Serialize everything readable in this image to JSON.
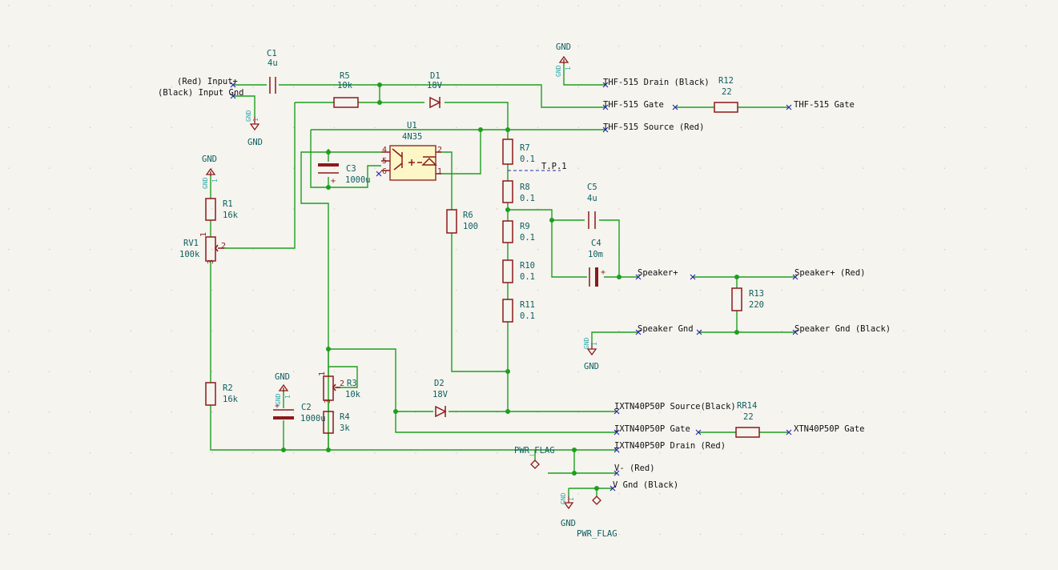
{
  "components": {
    "c1": {
      "ref": "C1",
      "value": "4u"
    },
    "r5": {
      "ref": "R5",
      "value": "10k"
    },
    "d1": {
      "ref": "D1",
      "value": "18V"
    },
    "u1": {
      "ref": "U1",
      "value": "4N35",
      "pins": [
        "4",
        "5",
        "6",
        "2",
        "1"
      ]
    },
    "c3": {
      "ref": "C3",
      "value": "1000u"
    },
    "r1": {
      "ref": "R1",
      "value": "16k"
    },
    "rv1": {
      "ref": "RV1",
      "value": "100k",
      "pins": [
        "1",
        "2",
        "3"
      ]
    },
    "r6": {
      "ref": "R6",
      "value": "100"
    },
    "r7": {
      "ref": "R7",
      "value": "0.1"
    },
    "r8": {
      "ref": "R8",
      "value": "0.1"
    },
    "r9": {
      "ref": "R9",
      "value": "0.1"
    },
    "r10": {
      "ref": "R10",
      "value": "0.1"
    },
    "r11": {
      "ref": "R11",
      "value": "0.1"
    },
    "c5": {
      "ref": "C5",
      "value": "4u"
    },
    "c4": {
      "ref": "C4",
      "value": "10m"
    },
    "r12": {
      "ref": "R12",
      "value": "22"
    },
    "r13": {
      "ref": "R13",
      "value": "220"
    },
    "rr14": {
      "ref": "RR14",
      "value": "22"
    },
    "r2": {
      "ref": "R2",
      "value": "16k"
    },
    "c2": {
      "ref": "C2",
      "value": "1000u"
    },
    "r3": {
      "ref": "R3",
      "value": "10k",
      "pins": [
        "1",
        "2",
        "3"
      ]
    },
    "r4": {
      "ref": "R4",
      "value": "3k"
    },
    "d2": {
      "ref": "D2",
      "value": "18V"
    }
  },
  "test_point": "T.P.1",
  "power": {
    "gnd": "GND",
    "pwr_flag": "PWR_FLAG",
    "sym_pin": "1"
  },
  "labels": {
    "input_plus": "(Red) Input+",
    "input_gnd": "(Black) Input Gnd",
    "thf_drain": "THF-515 Drain (Black)",
    "thf_gate": "THF-515 Gate",
    "thf_gate2": "THF-515 Gate",
    "thf_source": "THF-515 Source (Red)",
    "speaker_plus": "Speaker+",
    "speaker_plus_red": "Speaker+ (Red)",
    "speaker_gnd": "Speaker Gnd",
    "speaker_gnd_black": "Speaker Gnd  (Black)",
    "ixtn_source": "IXTN40P50P Source(Black)",
    "ixtn_gate": "IXTN40P50P Gate",
    "ixtn_gate2": "XTN40P50P Gate",
    "ixtn_drain": "IXTN40P50P Drain (Red)",
    "v_minus": "V- (Red)",
    "v_gnd": "V Gnd (Black)"
  }
}
